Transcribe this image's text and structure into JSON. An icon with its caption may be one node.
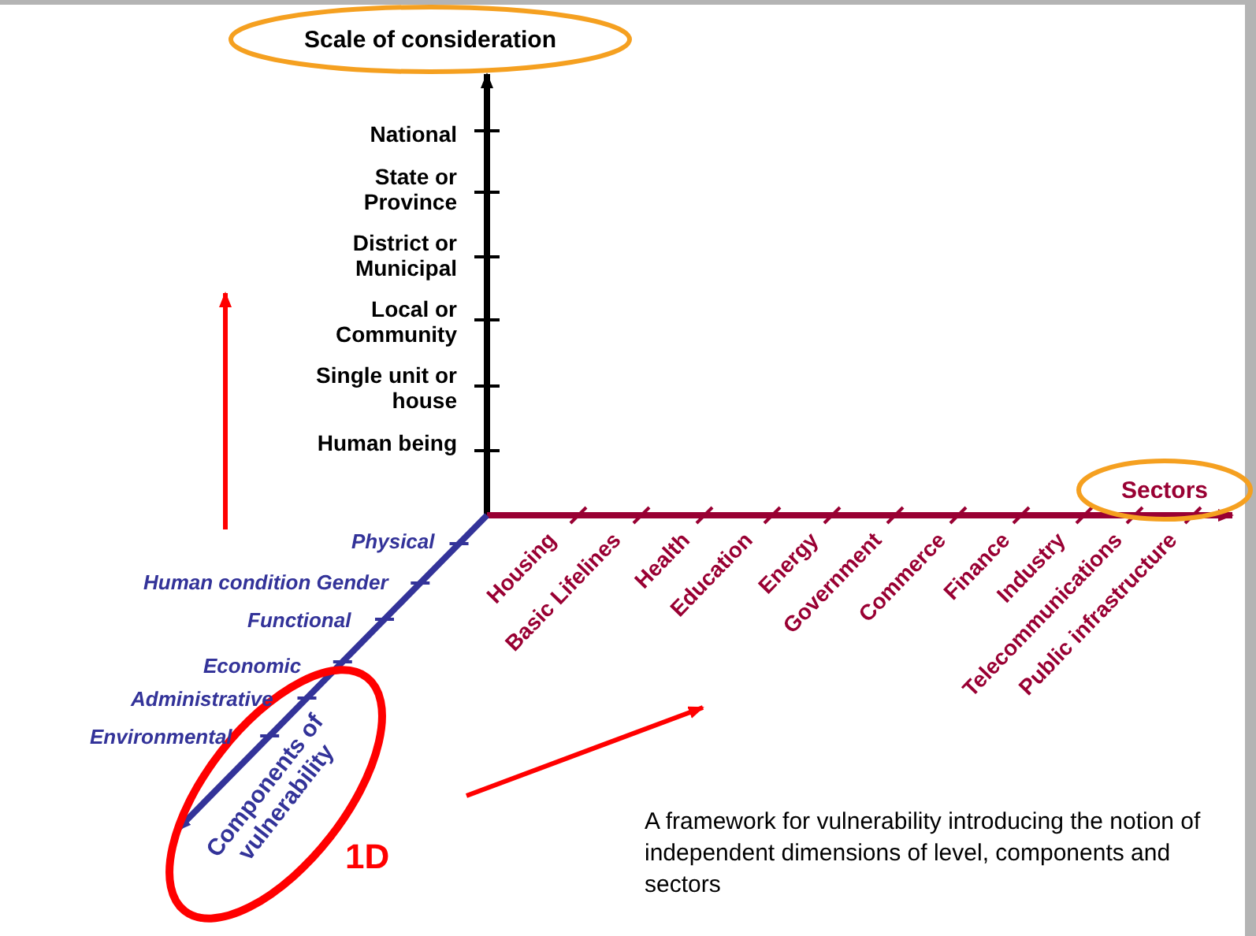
{
  "diagram": {
    "nodes": [
      {
        "text": [
          "Scale of consideration"
        ]
      },
      {
        "text": [
          "Sectors"
        ]
      },
      {
        "text": [
          "Components of vulnerability"
        ]
      }
    ],
    "edges": [
      {
        "from": null,
        "to": 0,
        "arrow": "to",
        "color": "#000000"
      },
      {
        "from": null,
        "to": 1,
        "arrow": "to",
        "color": "#990033"
      },
      {
        "from": null,
        "to": 2,
        "arrow": "to",
        "color": "#333399"
      }
    ],
    "labels": [
      "National",
      "State or Province",
      "District or Municipal",
      "Local or Community",
      "Single unit or house",
      "Human being",
      "Physical",
      "Human condition Gender",
      "Functional",
      "Economic",
      "Administrative",
      "Environmental",
      "Housing",
      "Basic Lifelines",
      "Health",
      "Education",
      "Energy",
      "Government",
      "Commerce",
      "Finance",
      "Industry",
      "Telecommunications",
      "Public infrastructure",
      "1D"
    ],
    "caption": "A framework for vulnerability introducing the notion of independent dimensions of level, components and sectors"
  }
}
